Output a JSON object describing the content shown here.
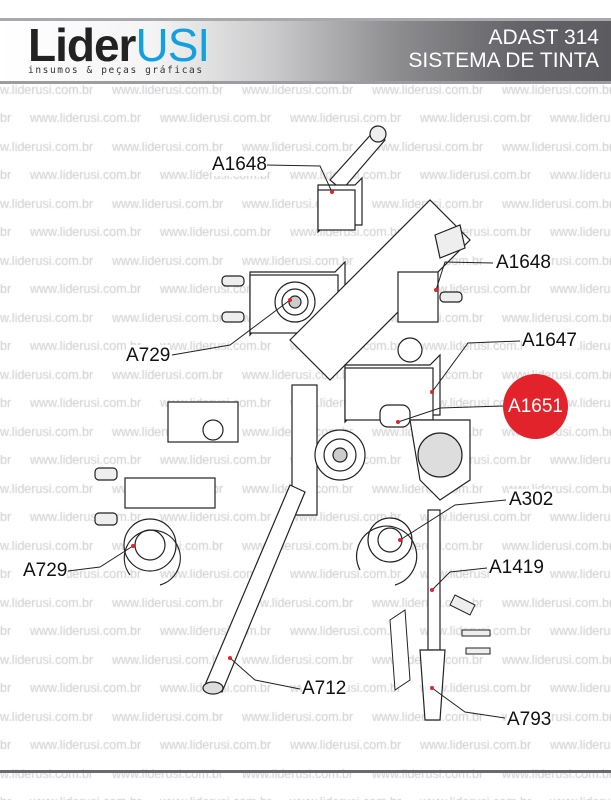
{
  "header": {
    "logo": {
      "part1": "Lider",
      "part2": "USI",
      "tagline": "insumos & peças gráficas"
    },
    "title_line1": "ADAST 314",
    "title_line2": "SISTEMA DE TINTA"
  },
  "watermark": "www.liderusi.com.br",
  "parts": [
    {
      "code": "A1648"
    },
    {
      "code": "A1648"
    },
    {
      "code": "A1647"
    },
    {
      "code": "A729"
    },
    {
      "code": "A1651",
      "highlighted": true,
      "color": "#e3232b"
    },
    {
      "code": "A302"
    },
    {
      "code": "A729"
    },
    {
      "code": "A1419"
    },
    {
      "code": "A712"
    },
    {
      "code": "A793"
    }
  ]
}
